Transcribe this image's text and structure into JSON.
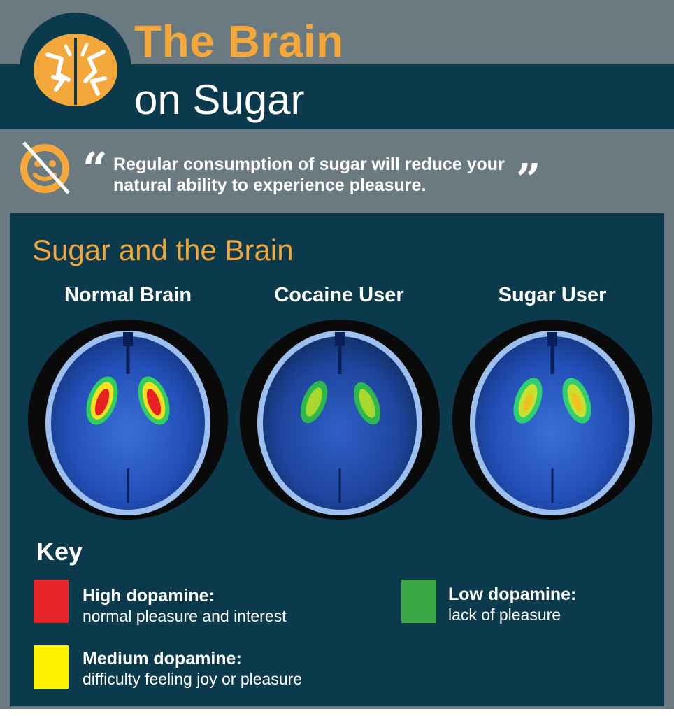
{
  "header": {
    "title_line1": "The Brain",
    "title_line2": "on Sugar",
    "logo_icon": "brain-icon",
    "accent_color": "#f4a73b",
    "panel_color": "#0c3a4d",
    "frame_color": "#6b7a80"
  },
  "quote": {
    "icon": "no-smile-icon",
    "open_mark": "“",
    "close_mark": "”",
    "text": "Regular consumption of sugar will reduce your natural ability to experience pleasure."
  },
  "section": {
    "title": "Sugar and the Brain"
  },
  "scans": [
    {
      "label": "Normal Brain",
      "level": "high"
    },
    {
      "label": "Cocaine User",
      "level": "low"
    },
    {
      "label": "Sugar User",
      "level": "medium"
    }
  ],
  "key": {
    "title": "Key",
    "items": [
      {
        "label": "High dopamine:",
        "description": "normal pleasure and interest",
        "color": "#e8262a"
      },
      {
        "label": "Low dopamine:",
        "description": "lack of pleasure",
        "color": "#3aa845"
      },
      {
        "label": "Medium dopamine:",
        "description": "difficulty feeling joy or pleasure",
        "color": "#fff200"
      }
    ]
  }
}
